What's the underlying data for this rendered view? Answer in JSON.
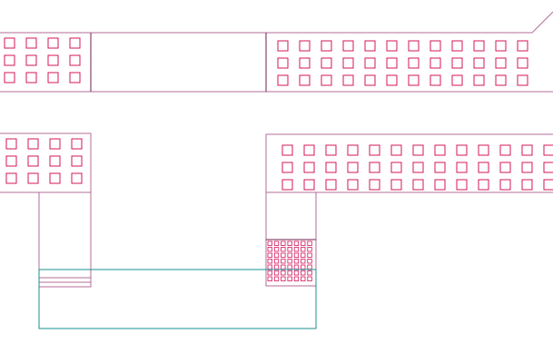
{
  "colors": {
    "block_outline": "#b36c9a",
    "block_divider": "#6e1f52",
    "cell_outline": "#d4145a",
    "base_outline": "#1a8f8f",
    "background": "#ffffff"
  },
  "blocks": {
    "top_left_panel": {
      "cell_rows": 3,
      "cell_cols": 4
    },
    "top_right_panel": {
      "cell_rows": 3,
      "cell_cols": 12
    },
    "mid_left_panel": {
      "cell_rows": 3,
      "cell_cols": 4
    },
    "mid_right_panel": {
      "cell_rows": 3,
      "cell_cols": 13
    },
    "dense_grid": {
      "cell_rows": 7,
      "cell_cols": 7
    }
  }
}
